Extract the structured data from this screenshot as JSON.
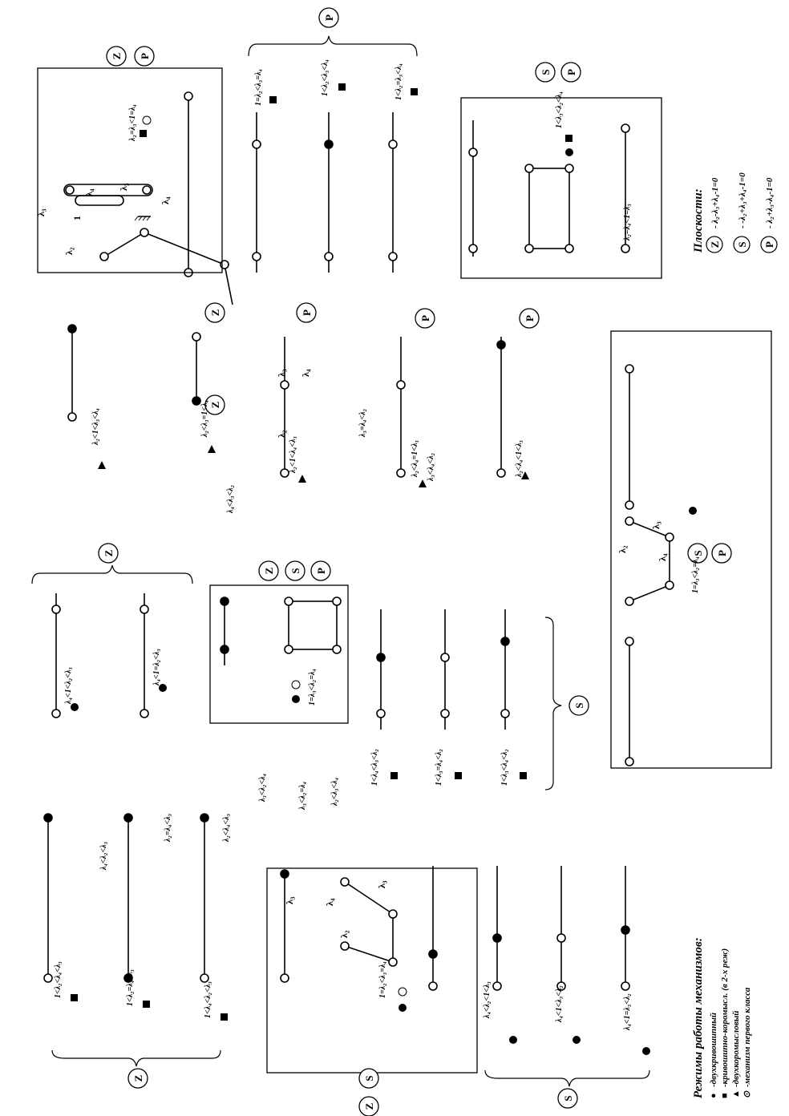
{
  "plane_labels": {
    "Z": "Z",
    "S": "S",
    "P": "P"
  },
  "legend_modes": {
    "title": "Режимы работы механизмов:",
    "items": [
      {
        "symbol": "●",
        "text": "-двухкривошипный"
      },
      {
        "symbol": "■",
        "text": "-кривошипно-коромысл. (в 2-х реж)"
      },
      {
        "symbol": "▲",
        "text": "-двухкоромысловый"
      },
      {
        "symbol": "⊙",
        "text": "-механизм первого класса"
      }
    ]
  },
  "legend_planes": {
    "title": "Плоскости:",
    "items": [
      {
        "label": "Z",
        "text": "λ₂-λ₃+λ₄-1=0"
      },
      {
        "label": "S",
        "text": "-λ₂+λ₃+λ₄-1=0"
      },
      {
        "label": "P",
        "text": "λ₂+λ₃-λ₄-1=0"
      }
    ]
  },
  "conditions": [
    "1<λ₂<λ₄<λ₃",
    "1<λ₂=λ₄<λ₃",
    "1<λ₄<λ₂<λ₃",
    "1=λ₂<λ₃=λ₄",
    "λ₄<1<λ₂<λ₃",
    "λ₄<1=λ₂<λ₃",
    "λ₄<λ₂<1<λ₃",
    "λ₄<1<λ₃<λ₂",
    "λ₄<1=λ₃<λ₂",
    "1=λ₃<λ₂=λ₄",
    "1<λ₄<λ₃<λ₂",
    "1<λ₃=λ₄<λ₂",
    "1<λ₃<λ₄<λ₂",
    "λ₂=λ₃<1=λ₄",
    "λ₂<1<λ₃<λ₄",
    "λ₂<λ₃=1<λ₄",
    "λ₂<1<λ₄<λ₃",
    "λ₂<λ₄=1<λ₃",
    "λ₂<λ₄<1<λ₃",
    "1=λ₂<λ₃=λ₄",
    "1<λ₂<λ₃<λ₄",
    "1<λ₂=λ₃<λ₄",
    "1<λ₃<λ₂<λ₄",
    "1=λ₃<λ₂=λ₄",
    "λ₂=λ₄<1=λ₃"
  ],
  "region_labels": [
    "λ₄<λ₂<λ₃",
    "λ₂=λ₄<λ₃",
    "λ₂<λ₄<λ₃",
    "λ₃<λ₂<λ₄",
    "λ₃<λ₂=λ₄",
    "λ₂<λ₃<λ₄",
    "λ₄<λ₃<λ₂",
    "λ₃=λ₄<λ₂",
    "λ₃<λ₄<λ₂"
  ],
  "link_symbols": {
    "l2": "λ₂",
    "l3": "λ₃",
    "l4": "λ₄",
    "one": "1"
  }
}
